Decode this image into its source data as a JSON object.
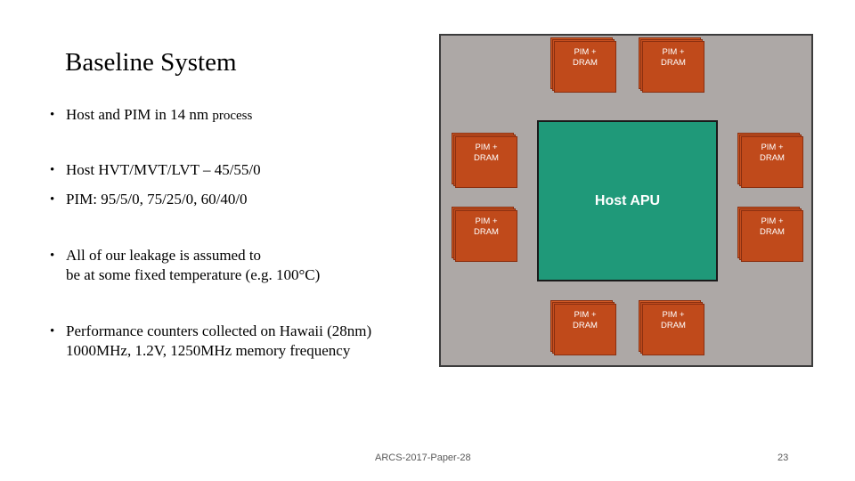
{
  "slide": {
    "title": "Baseline System",
    "bullets": [
      {
        "text": "Host and PIM in 14 nm ",
        "suffix": "process"
      },
      {
        "text": "Host HVT/MVT/LVT – 45/55/0"
      },
      {
        "text": "PIM: 95/5/0, 75/25/0, 60/40/0"
      },
      {
        "line1": "All of our leakage is assumed to",
        "line2": "be at some fixed temperature (e.g. 100°C)"
      },
      {
        "line1": "Performance counters collected on Hawaii (28nm)",
        "line2": "1000MHz, 1.2V, 1250MHz memory frequency"
      }
    ],
    "bullet_glyph": "•"
  },
  "diagram": {
    "host_label": "Host APU",
    "chip_line1": "PIM +",
    "chip_line2": "DRAM",
    "colors": {
      "panel": "#ada8a6",
      "host": "#1f9979",
      "chip": "#c64e1e"
    }
  },
  "footer": {
    "paper": "ARCS-2017-Paper-28",
    "page": "23"
  }
}
